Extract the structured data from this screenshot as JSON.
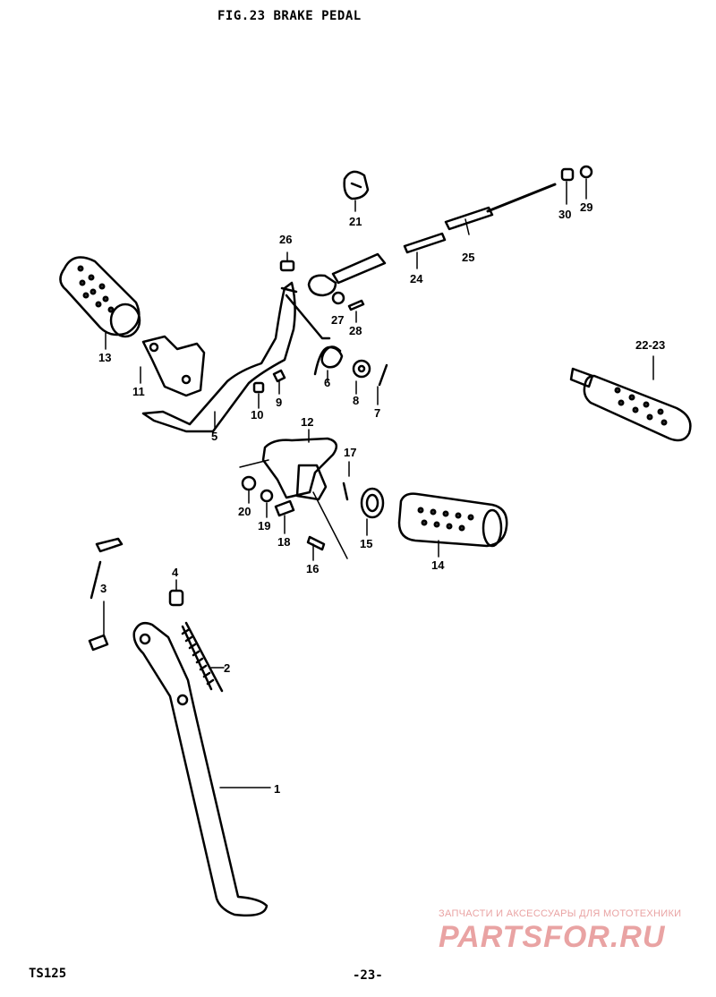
{
  "title": "FIG.23  BRAKE PEDAL",
  "footer": {
    "model": "TS125",
    "page": "-23-"
  },
  "watermark": {
    "text": "ЗАПЧАСТИ И АКСЕССУАРЫ ДЛЯ МОТОТЕХНИКИ",
    "logo": "PARTSFOR.RU",
    "color": "#e9a3a3"
  },
  "callouts": [
    "21",
    "26",
    "30",
    "29",
    "24",
    "25",
    "27",
    "28",
    "13",
    "11",
    "6",
    "8",
    "7",
    "9",
    "10",
    "5",
    "22-23",
    "12",
    "17",
    "20",
    "19",
    "18",
    "16",
    "15",
    "14",
    "3",
    "4",
    "2",
    "1"
  ]
}
